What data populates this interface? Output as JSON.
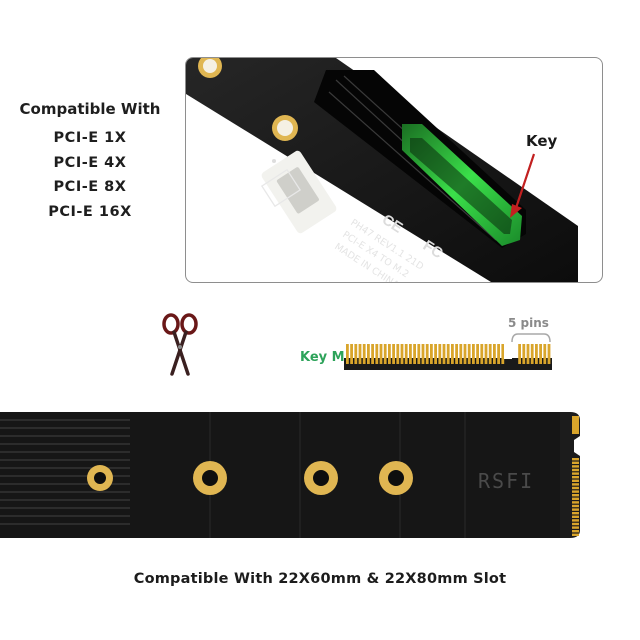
{
  "compatibility": {
    "title": "Compatible With",
    "items": [
      "PCI-E 1X",
      "PCI-E 4X",
      "PCI-E 8X",
      "PCI-E 16X"
    ]
  },
  "photo": {
    "key_label": "Key",
    "board_text": [
      "PH47 REV1.1 21D",
      "PCI-E X4 TO M.2",
      "MADE IN CHINA"
    ]
  },
  "connector": {
    "key_label": "Key M",
    "pins_label": "5 pins"
  },
  "cable": {
    "logo_text": "RSFI"
  },
  "caption": "Compatible With 22X60mm & 22X80mm Slot",
  "colors": {
    "key_green": "#2da35a",
    "slot_glow": "#3be04a",
    "gold": "#d9a52b",
    "pcb": "#141414"
  }
}
